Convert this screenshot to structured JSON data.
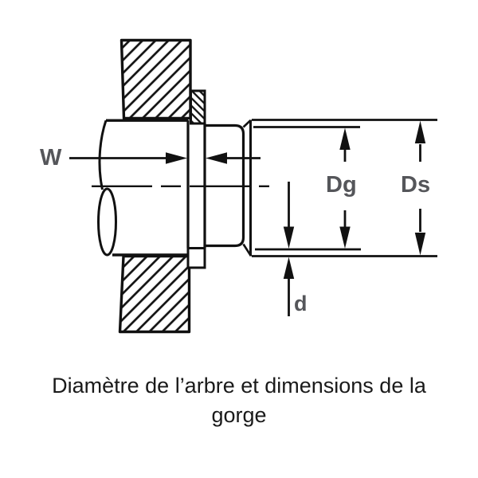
{
  "figure": {
    "type": "technical-drawing",
    "subject": "shaft-groove-retaining-ring-section",
    "dimension_labels": {
      "groove_width": "W",
      "groove_diameter": "Dg",
      "shaft_diameter": "Ds",
      "groove_depth": "d"
    },
    "caption_lines": [
      "Diamètre de l’arbre et dimensions de la",
      "gorge"
    ],
    "colors": {
      "line": "#111111",
      "dimension_label": "#55565a",
      "caption": "#1a1a1a",
      "background": "#ffffff"
    }
  }
}
